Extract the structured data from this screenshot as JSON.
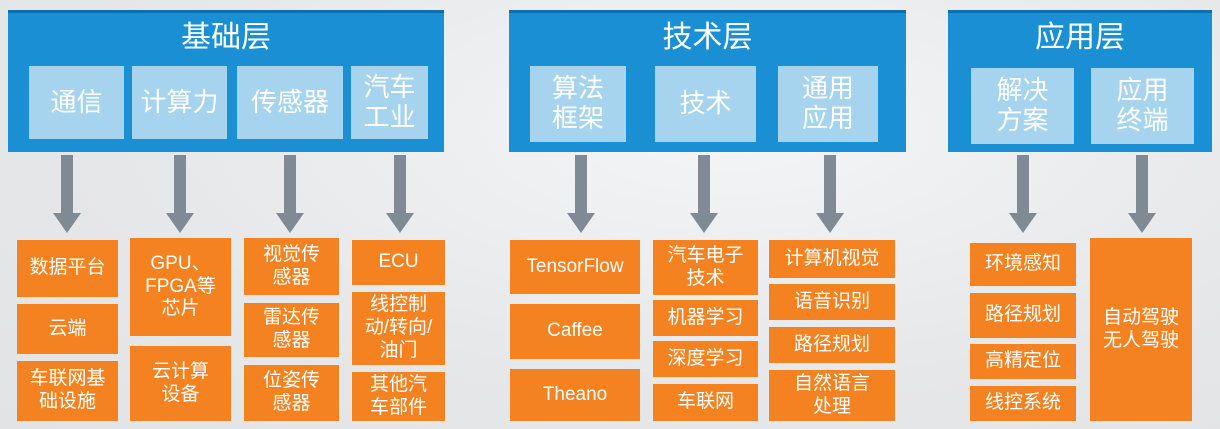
{
  "layers": [
    {
      "title": "基础层",
      "items": [
        "通信",
        "计算力",
        "传感器",
        "汽车\n工业"
      ],
      "columns": [
        [
          "数据平台",
          "云端",
          "车联网基\n础设施"
        ],
        [
          "GPU、\nFPGA等\n芯片",
          "云计算\n设备"
        ],
        [
          "视觉传\n感器",
          "雷达传\n感器",
          "位姿传\n感器"
        ],
        [
          "ECU",
          "线控制\n动/转向/\n油门",
          "其他汽\n车部件"
        ]
      ]
    },
    {
      "title": "技术层",
      "items": [
        "算法\n框架",
        "技术",
        "通用\n应用"
      ],
      "columns": [
        [
          "TensorFlow",
          "Caffee",
          "Theano"
        ],
        [
          "汽车电子\n技术",
          "机器学习",
          "深度学习",
          "车联网"
        ],
        [
          "计算机视觉",
          "语音识别",
          "路径规划",
          "自然语言\n处理"
        ]
      ]
    },
    {
      "title": "应用层",
      "items": [
        "解决\n方案",
        "应用\n终端"
      ],
      "columns": [
        [
          "环境感知",
          "路径规划",
          "高精定位",
          "线控系统"
        ],
        [
          "自动驾驶\n无人驾驶"
        ]
      ]
    }
  ],
  "colors": {
    "layer_blue": "#1a8fd3",
    "sub_blue": "#a6d4ee",
    "box_orange": "#f58220",
    "arrow_gray": "#808a94"
  }
}
